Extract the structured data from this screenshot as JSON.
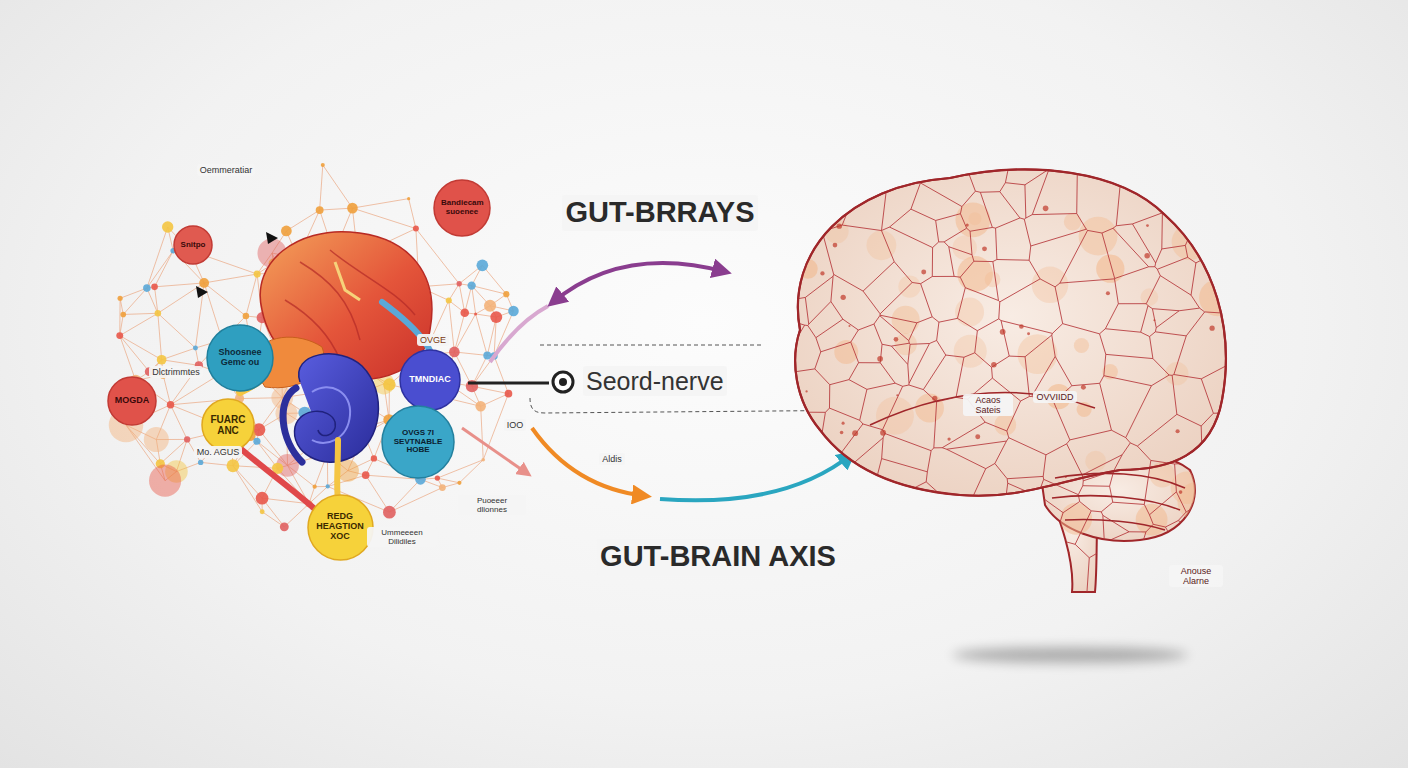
{
  "diagram": {
    "nodes": [
      {
        "text": [
          "Bandiecam suoenee"
        ]
      },
      {
        "text": [
          "Snitpo"
        ]
      },
      {
        "text": [
          "Shoosnee Gemc ou"
        ]
      },
      {
        "text": [
          "TMNDIAC"
        ]
      },
      {
        "text": [
          "MOGDA"
        ]
      },
      {
        "text": [
          "FUARC ANC"
        ]
      },
      {
        "text": [
          "OVGS 7I SEVTNABLE HOBE"
        ]
      },
      {
        "text": [
          "REDG HEAGTION XOC"
        ]
      }
    ],
    "labels": [
      "Oemmeratiar",
      "GUT-BRRAYS",
      "OVGE",
      "Dlctrimmtes",
      "Seord-nerve",
      "OVVIIDD",
      "Acaos Sateis",
      "IOO",
      "Mo. AGUS",
      "Aldis",
      "Puoeeer dlionnes",
      "Ummeeeen Dilidiles",
      "GUT-BRAIN AXIS",
      "Anouse Alarne"
    ]
  }
}
